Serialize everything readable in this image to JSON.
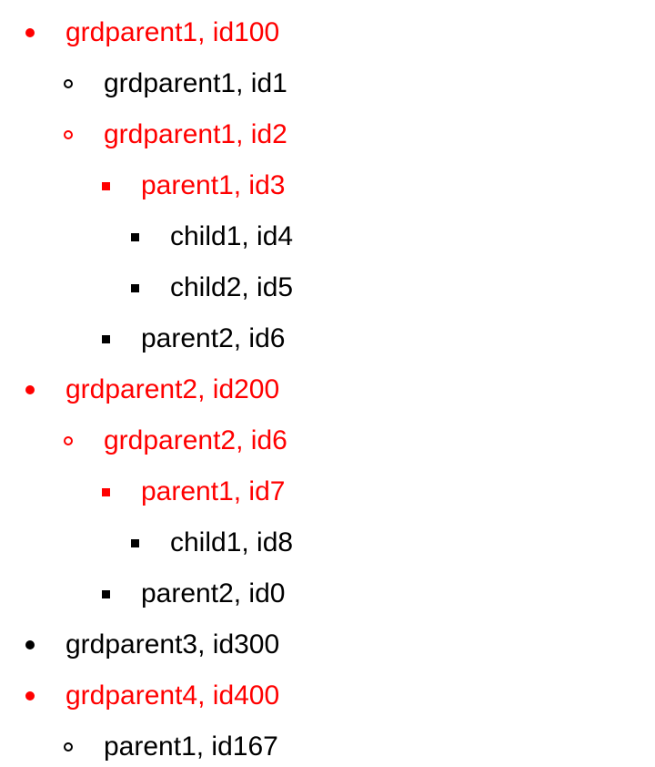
{
  "tree": {
    "items": [
      {
        "label": "grdparent1, id100",
        "level": 0,
        "marker": "disc",
        "highlighted": true
      },
      {
        "label": "grdparent1, id1",
        "level": 1,
        "marker": "circle",
        "highlighted": false
      },
      {
        "label": "grdparent1, id2",
        "level": 1,
        "marker": "circle",
        "highlighted": true
      },
      {
        "label": "parent1, id3",
        "level": 2,
        "marker": "square",
        "highlighted": true
      },
      {
        "label": "child1, id4",
        "level": 3,
        "marker": "square",
        "highlighted": false
      },
      {
        "label": "child2, id5",
        "level": 3,
        "marker": "square",
        "highlighted": false
      },
      {
        "label": "parent2, id6",
        "level": 2,
        "marker": "square",
        "highlighted": false
      },
      {
        "label": "grdparent2, id200",
        "level": 0,
        "marker": "disc",
        "highlighted": true
      },
      {
        "label": "grdparent2, id6",
        "level": 1,
        "marker": "circle",
        "highlighted": true
      },
      {
        "label": "parent1, id7",
        "level": 2,
        "marker": "square",
        "highlighted": true
      },
      {
        "label": "child1, id8",
        "level": 3,
        "marker": "square",
        "highlighted": false
      },
      {
        "label": "parent2, id0",
        "level": 2,
        "marker": "square",
        "highlighted": false
      },
      {
        "label": "grdparent3, id300",
        "level": 0,
        "marker": "disc",
        "highlighted": false
      },
      {
        "label": "grdparent4, id400",
        "level": 0,
        "marker": "disc",
        "highlighted": true
      },
      {
        "label": "parent1, id167",
        "level": 1,
        "marker": "circle",
        "highlighted": false
      }
    ]
  },
  "colors": {
    "highlight": "#ff0000",
    "normal": "#000000",
    "background": "#ffffff"
  }
}
